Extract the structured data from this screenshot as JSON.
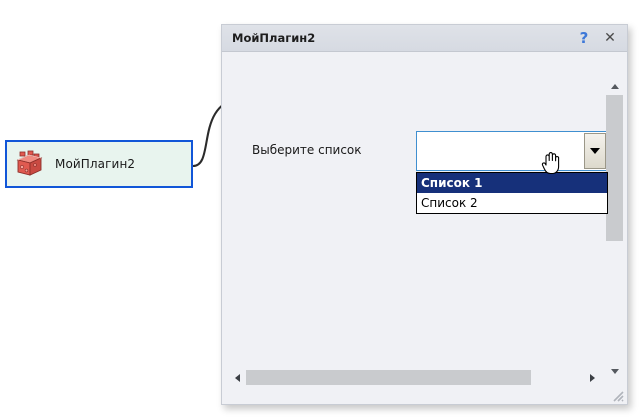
{
  "canvas": {
    "node": {
      "label": "МойПлагин2",
      "icon": "plugin-cube-icon",
      "border_color": "#1156d8",
      "fill_color": "#e8f4ee"
    },
    "connector": {
      "name": "node-connector-wire",
      "color": "#2b2b2b"
    }
  },
  "dialog": {
    "title": "МойПлагин2",
    "help_label": "?",
    "close_label": "✕",
    "form": {
      "combo_label": "Выберите список",
      "combo_value": "",
      "combo_placeholder": "",
      "caret_icon": "chevron-down-icon",
      "options": [
        {
          "label": "Список 1",
          "selected": true
        },
        {
          "label": "Список 2",
          "selected": false
        }
      ]
    },
    "scrollbars": {
      "vertical": {
        "up_icon": "triangle-up-icon",
        "down_icon": "triangle-down-icon"
      },
      "horizontal": {
        "left_icon": "triangle-left-icon",
        "right_icon": "triangle-right-icon"
      }
    },
    "resize_grip": "resize-grip-icon"
  },
  "colors": {
    "accent_blue": "#1156d8",
    "help_blue": "#3d78d8",
    "selection_navy": "#16307a",
    "dialog_bg": "#f0f1f5",
    "titlebar_bg": "#dfe2e8",
    "node_fill": "#e8f4ee",
    "scroll_thumb": "#c9cbce"
  }
}
